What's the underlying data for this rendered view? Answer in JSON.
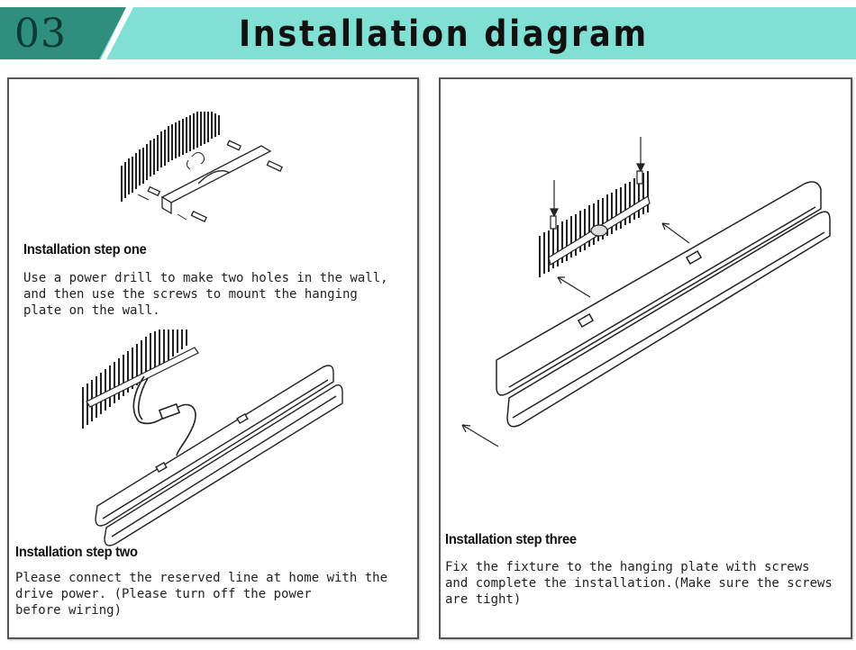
{
  "header": {
    "number": "03",
    "title": "Installation diagram"
  },
  "steps": [
    {
      "title": "Installation step one",
      "text": "Use a power drill to make two holes in the wall,\nand then use the screws to mount the hanging\nplate on the wall."
    },
    {
      "title": "Installation step two",
      "text": "Please connect the reserved line at home with the\ndrive power. (Please turn off the power\nbefore wiring)"
    },
    {
      "title": "Installation step three",
      "text": "Fix the fixture to the hanging plate with screws\nand complete the installation.(Make sure the screws\nare tight)"
    }
  ],
  "colors": {
    "header_band": "#7fe0d3",
    "header_number_block": "#2f8f7e",
    "panel_border": "#555555"
  }
}
